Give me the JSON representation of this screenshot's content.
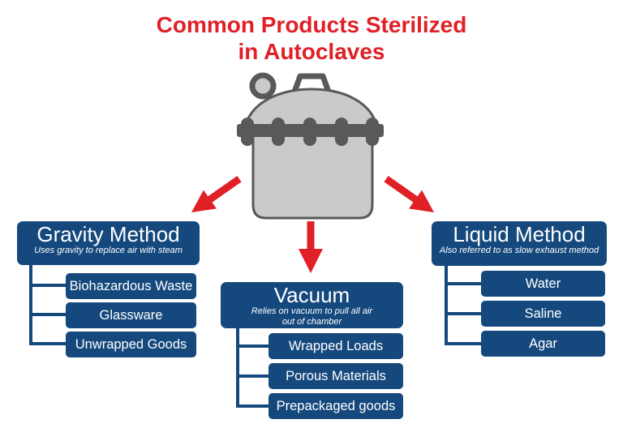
{
  "title": {
    "line1": "Common Products Sterilized",
    "line2": "in Autoclaves"
  },
  "colors": {
    "accent_red": "#E01F26",
    "box_blue": "#15497D",
    "autoclave_light_gray": "#C9CACB",
    "autoclave_dark_gray": "#58595B",
    "text_white": "#FFFFFF"
  },
  "icons": {
    "autoclave": "autoclave-illustration",
    "gauge": "pressure-gauge",
    "handle": "lid-handle",
    "arrows": [
      "arrow-down-left",
      "arrow-down",
      "arrow-down-right"
    ]
  },
  "methods": [
    {
      "title": "Gravity Method",
      "subtitle": "Uses gravity to replace air with steam",
      "items": [
        "Biohazardous Waste",
        "Glassware",
        "Unwrapped Goods"
      ]
    },
    {
      "title": "Vacuum",
      "subtitle": "Relies on vacuum to pull all air out of chamber",
      "items": [
        "Wrapped Loads",
        "Porous Materials",
        "Prepackaged goods"
      ]
    },
    {
      "title": "Liquid Method",
      "subtitle": "Also referred to as slow exhaust method",
      "items": [
        "Water",
        "Saline",
        "Agar"
      ]
    }
  ]
}
